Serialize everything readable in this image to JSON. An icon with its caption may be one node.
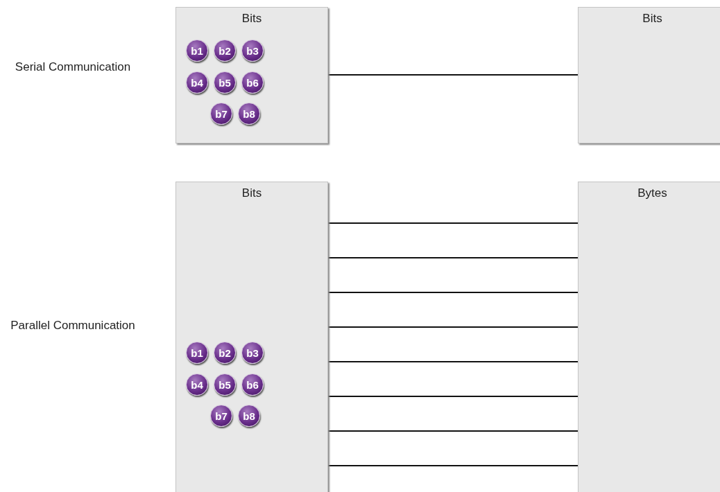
{
  "diagram": {
    "nodes": [
      {
        "text": [
          "Bits"
        ]
      },
      {
        "text": [
          "b1"
        ],
        "in": 0
      },
      {
        "text": [
          "b2"
        ],
        "in": 0
      },
      {
        "text": [
          "b3"
        ],
        "in": 0
      },
      {
        "text": [
          "b4"
        ],
        "in": 0
      },
      {
        "text": [
          "b5"
        ],
        "in": 0
      },
      {
        "text": [
          "b6"
        ],
        "in": 0
      },
      {
        "text": [
          "b7"
        ],
        "in": 0
      },
      {
        "text": [
          "b8"
        ],
        "in": 0
      },
      {
        "text": [
          "Bits"
        ]
      },
      {
        "text": [
          "Bits"
        ]
      },
      {
        "text": [
          "b1"
        ],
        "in": 10
      },
      {
        "text": [
          "b2"
        ],
        "in": 10
      },
      {
        "text": [
          "b3"
        ],
        "in": 10
      },
      {
        "text": [
          "b4"
        ],
        "in": 10
      },
      {
        "text": [
          "b5"
        ],
        "in": 10
      },
      {
        "text": [
          "b6"
        ],
        "in": 10
      },
      {
        "text": [
          "b7"
        ],
        "in": 10
      },
      {
        "text": [
          "b8"
        ],
        "in": 10
      },
      {
        "text": [
          "Bytes"
        ]
      }
    ],
    "edges": [
      {
        "from": 0,
        "to": 9,
        "arrow": "none"
      },
      {
        "from": 10,
        "to": 19,
        "arrow": "none"
      },
      {
        "from": 10,
        "to": 19,
        "arrow": "none"
      },
      {
        "from": 10,
        "to": 19,
        "arrow": "none"
      },
      {
        "from": 10,
        "to": 19,
        "arrow": "none"
      },
      {
        "from": 10,
        "to": 19,
        "arrow": "none"
      },
      {
        "from": 10,
        "to": 19,
        "arrow": "none"
      },
      {
        "from": 10,
        "to": 19,
        "arrow": "none"
      },
      {
        "from": 10,
        "to": 19,
        "arrow": "none"
      }
    ],
    "labels": [
      "Serial Communication",
      "Parallel Communication"
    ]
  }
}
